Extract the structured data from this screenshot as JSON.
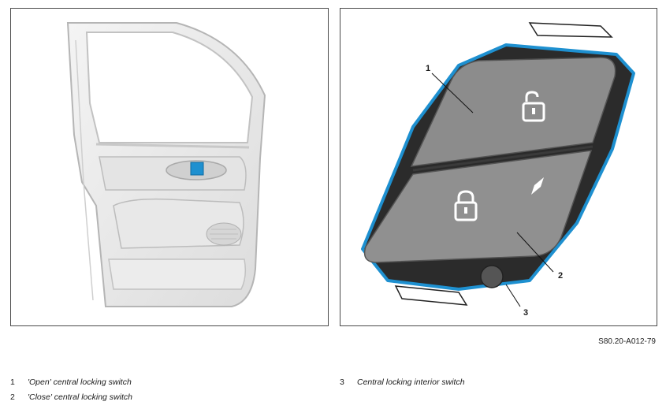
{
  "diagram": {
    "callouts": [
      {
        "number": "1"
      },
      {
        "number": "2"
      },
      {
        "number": "3"
      }
    ],
    "reference_code": "S80.20-A012-79"
  },
  "legend": [
    {
      "number": "1",
      "text": "'Open' central locking switch"
    },
    {
      "number": "2",
      "text": "'Close' central locking switch"
    },
    {
      "number": "3",
      "text": "Central locking interior switch"
    }
  ],
  "colors": {
    "highlight": "#1e90d0",
    "outline": "#b5b5b5",
    "panel_border": "#4a4a4a",
    "switch_dark": "#7a7a7a",
    "switch_light": "#9a9a9a"
  }
}
